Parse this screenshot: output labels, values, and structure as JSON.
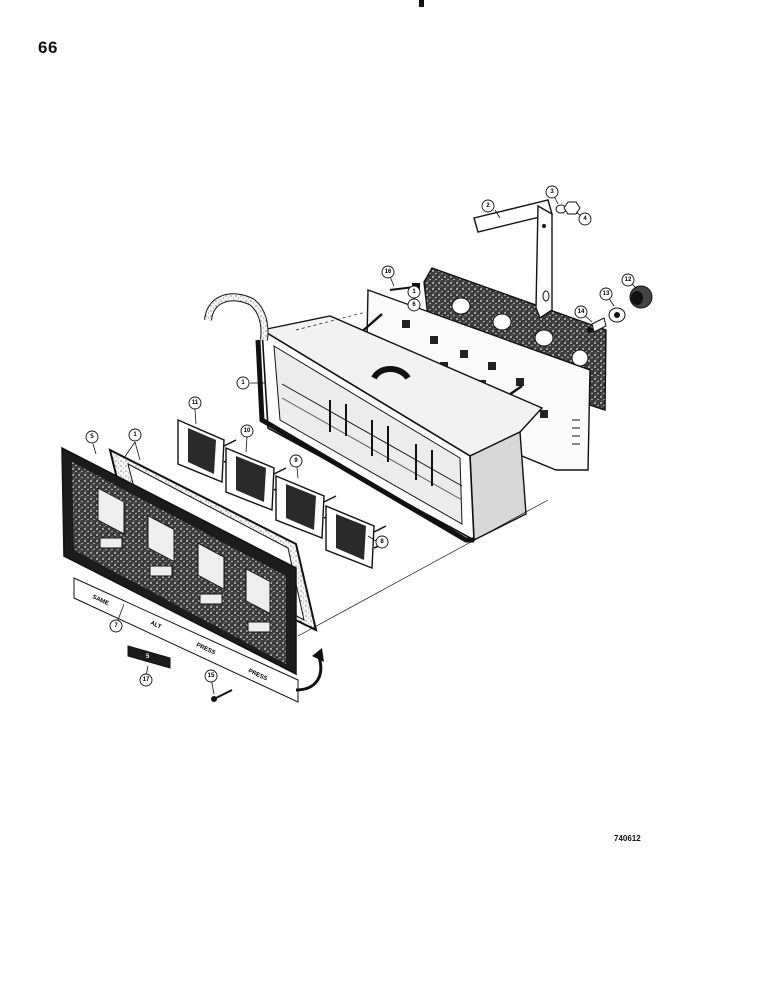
{
  "page": {
    "number": "66",
    "drawing_code": "740612"
  },
  "callouts": [
    "1",
    "1",
    "1",
    "2",
    "3",
    "4",
    "5",
    "6",
    "7",
    "8",
    "9",
    "10",
    "11",
    "12",
    "13",
    "14",
    "15",
    "16",
    "17"
  ],
  "decal_labels": [
    "SAME",
    "ALT",
    "PRESS",
    "PRESS"
  ],
  "label_plate_text": "5"
}
